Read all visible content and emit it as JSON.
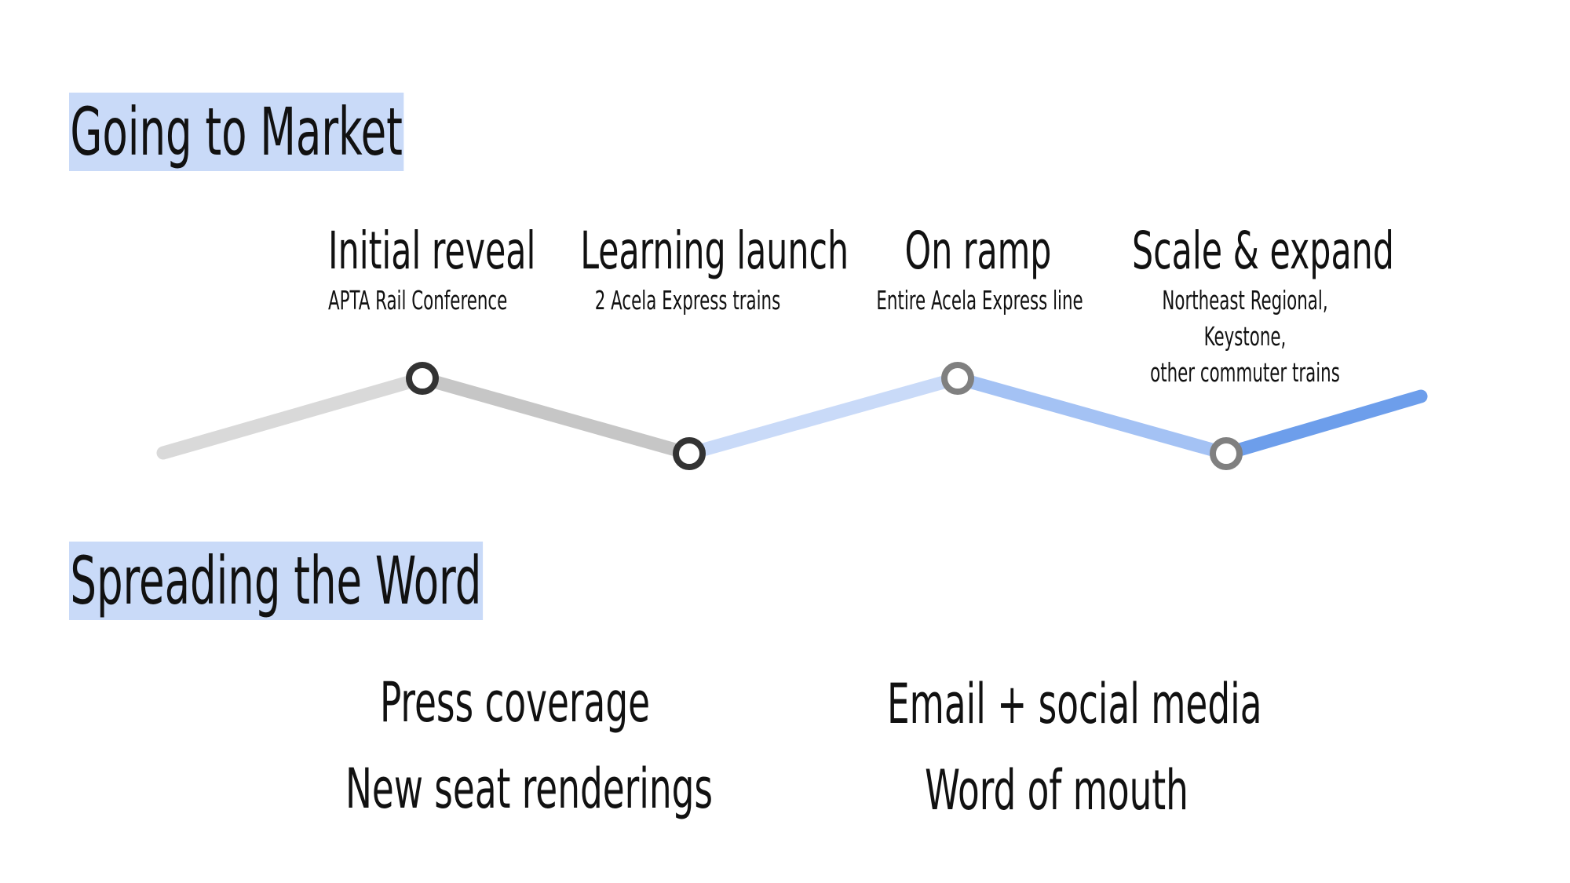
{
  "sections": {
    "market_title": "Going to Market",
    "word_title": "Spreading the Word"
  },
  "stages": [
    {
      "title": "Initial reveal",
      "subtitle": "APTA Rail Conference"
    },
    {
      "title": "Learning launch",
      "subtitle": "2 Acela Express trains"
    },
    {
      "title": "On ramp",
      "subtitle": "Entire Acela Express line"
    },
    {
      "title": "Scale & expand",
      "subtitle": "Northeast Regional, Keystone,\nother commuter trains"
    }
  ],
  "channels": [
    "Press coverage",
    "New seat renderings",
    "Email + social media",
    "Word of mouth"
  ],
  "colors": {
    "highlight": "#c9daf8",
    "segment_1": "#d9d9d9",
    "segment_2": "#c6c6c6",
    "segment_3": "#c9daf8",
    "segment_4": "#a4c2f4",
    "segment_5": "#6d9eeb",
    "node_dark": "#333333",
    "node_grey": "#808080"
  }
}
